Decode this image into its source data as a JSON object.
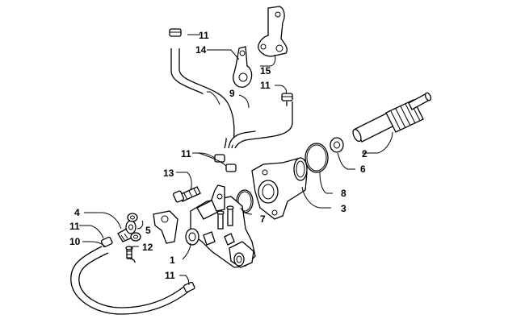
{
  "diagram": {
    "callouts": {
      "c1": "1",
      "c2": "2",
      "c3": "3",
      "c4": "4",
      "c5": "5",
      "c6": "6",
      "c7": "7",
      "c8": "8",
      "c9": "9",
      "c10": "10",
      "c11_top": "11",
      "c11_upper_right": "11",
      "c11_middle": "11",
      "c11_left": "11",
      "c11_bottom": "11",
      "c12": "12",
      "c13": "13",
      "c14": "14",
      "c15": "15"
    }
  }
}
